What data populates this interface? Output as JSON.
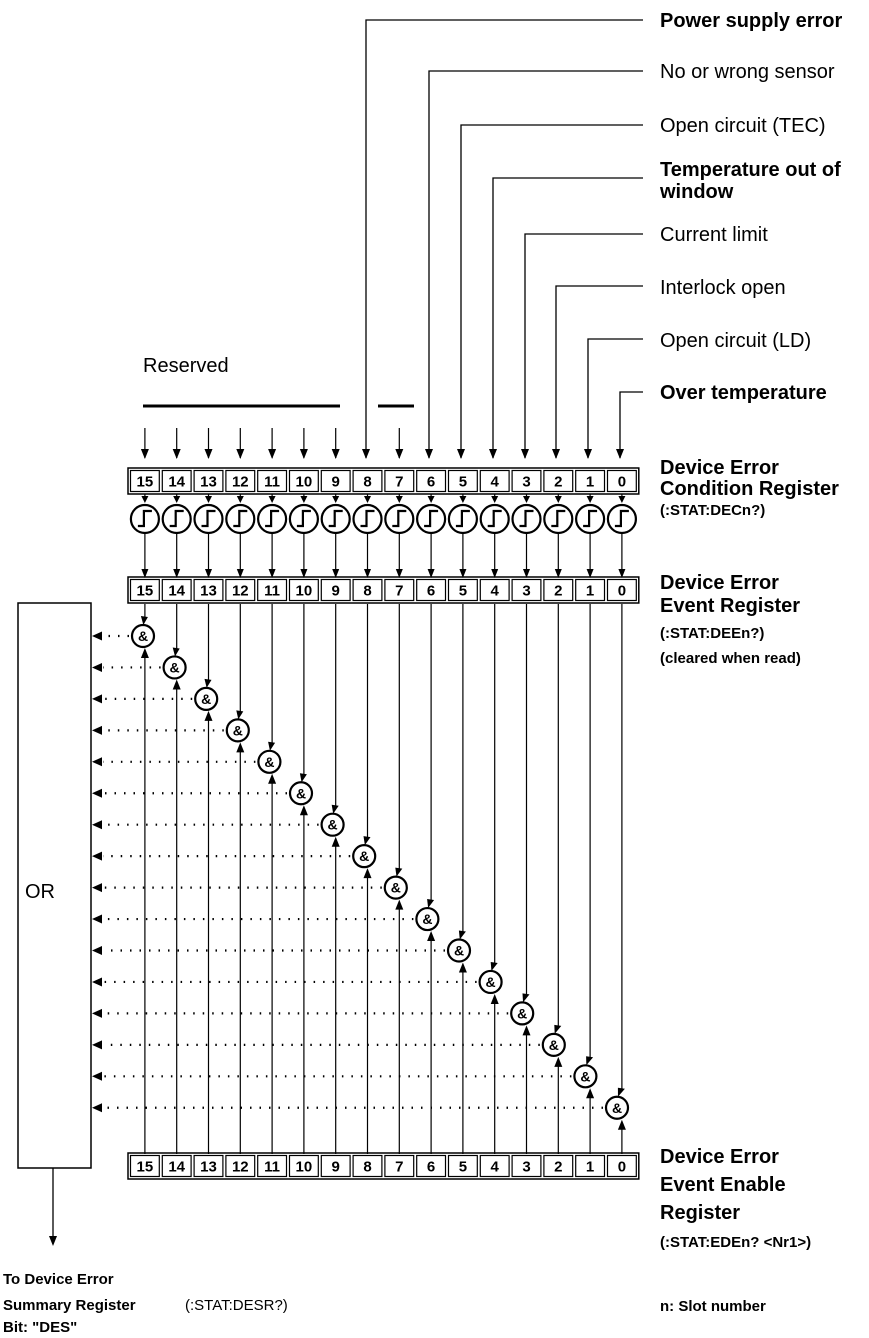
{
  "bit_labels": [
    {
      "bit": 8,
      "text": "Power supply error"
    },
    {
      "bit": 6,
      "text": "No or wrong sensor"
    },
    {
      "bit": 5,
      "text": "Open circuit (TEC)"
    },
    {
      "bit": 4,
      "text": "Temperature out of window"
    },
    {
      "bit": 3,
      "text": "Current limit"
    },
    {
      "bit": 2,
      "text": "Interlock open"
    },
    {
      "bit": 1,
      "text": "Open circuit (LD)"
    },
    {
      "bit": 0,
      "text": "Over temperature"
    }
  ],
  "reserved_label": "Reserved",
  "bits": [
    "15",
    "14",
    "13",
    "12",
    "11",
    "10",
    "9",
    "8",
    "7",
    "6",
    "5",
    "4",
    "3",
    "2",
    "1",
    "0"
  ],
  "and_symbol": "&",
  "condition_register": {
    "title_line1": "Device Error",
    "title_line2": "Condition Register",
    "command": "(:STAT:DECn?)"
  },
  "event_register": {
    "title_line1": "Device Error",
    "title_line2": "Event Register",
    "command": "(:STAT:DEEn?)",
    "note": "(cleared when read)"
  },
  "enable_register": {
    "title_line1": "Device Error",
    "title_line2": "Event Enable",
    "title_line3": "Register",
    "command": "(:STAT:EDEn? <Nr1>)"
  },
  "or_label": "OR",
  "summary": {
    "line1": "To Device Error",
    "line2": "Summary Register",
    "command": "(:STAT:DESR?)",
    "line3": "Bit: \"DES\""
  },
  "footnote": "n: Slot number"
}
